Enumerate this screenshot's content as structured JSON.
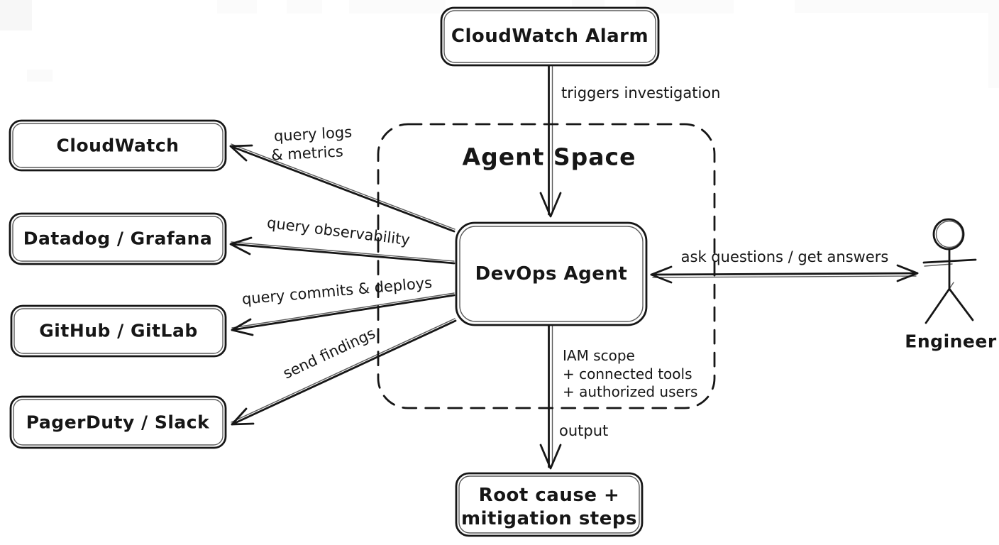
{
  "diagram": {
    "background": "#ffffff",
    "ink_color": "#161616",
    "nodes": {
      "cloudwatch_alarm": {
        "label": "CloudWatch Alarm"
      },
      "agent_space": {
        "label": "Agent Space"
      },
      "devops_agent": {
        "label": "DevOps Agent"
      },
      "cloudwatch": {
        "label": "CloudWatch"
      },
      "datadog_grafana": {
        "label": "Datadog / Grafana"
      },
      "github_gitlab": {
        "label": "GitHub / GitLab"
      },
      "pagerduty_slack": {
        "label": "PagerDuty / Slack"
      },
      "root_cause": {
        "label_line1": "Root cause +",
        "label_line2": "mitigation steps"
      },
      "engineer": {
        "label": "Engineer"
      }
    },
    "edges": {
      "triggers_investigation": {
        "label": "triggers investigation"
      },
      "query_logs_metrics": {
        "label_line1": "query logs",
        "label_line2": "& metrics"
      },
      "query_observability": {
        "label": "query observability"
      },
      "query_commits_deploys": {
        "label": "query commits & deploys"
      },
      "send_findings": {
        "label": "send findings"
      },
      "ask_get_answers": {
        "label": "ask questions / get answers"
      },
      "output": {
        "label": "output"
      }
    },
    "annotations": {
      "scope_line1": "IAM scope",
      "scope_line2": "+ connected tools",
      "scope_line3": "+ authorized users"
    }
  }
}
